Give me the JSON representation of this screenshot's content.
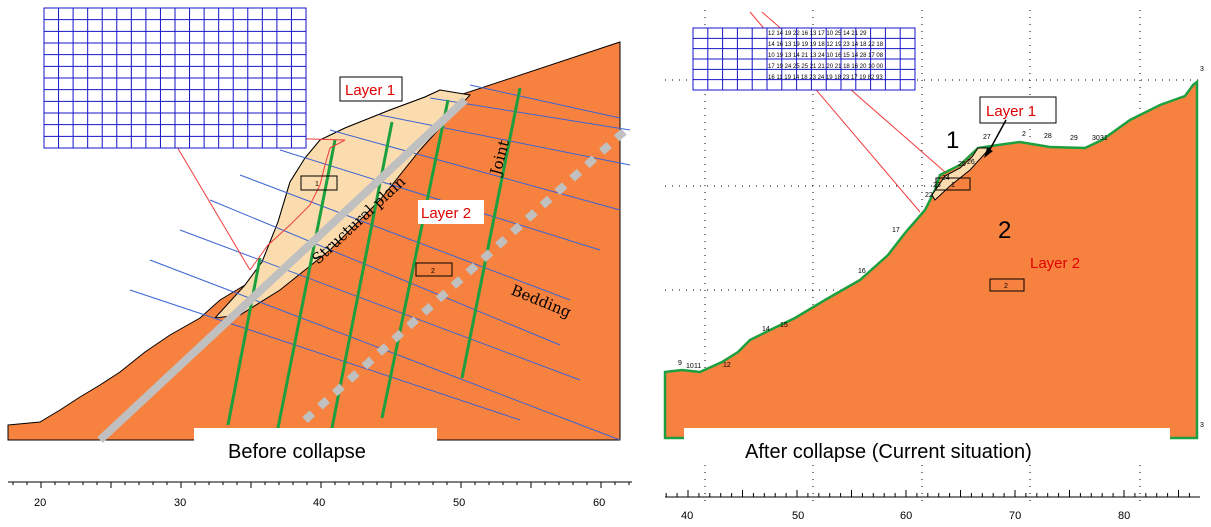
{
  "before": {
    "caption": "Before collapse",
    "layer1_label": "Layer 1",
    "layer2_label": "Layer 2",
    "structural_plain_label": "Structural plain",
    "joint_label": "Joint",
    "bedding_label": "Bedding",
    "box1_label": "1",
    "box2_label": "2",
    "axis_ticks": [
      "20",
      "30",
      "40",
      "50",
      "60"
    ]
  },
  "after": {
    "caption": "After collapse (Current situation)",
    "layer1_label": "Layer 1",
    "layer2_label": "Layer 2",
    "zone1_label": "1",
    "zone2_label": "2",
    "box1_label": "1",
    "box2_label": "2",
    "axis_ticks": [
      "40",
      "50",
      "60",
      "70",
      "80"
    ],
    "point_labels": [
      "9",
      "10",
      "11",
      "12",
      "14",
      "15",
      "16",
      "17",
      "22",
      "23",
      "24",
      "25",
      "26",
      "27",
      "2",
      "28",
      "29",
      "30",
      "31",
      "3",
      "3"
    ],
    "grid_numbers": [
      "12 14 19 22 16 13 17 10 25 14 21 29",
      "14 16 13 19 19 19 18 12 19 23 14 18 22 18",
      "10 19 13 14 21 13 24 10 16 15 14 28 17 08",
      "17 19 24 25 25 21 21 20 21 18 16 20 10 00",
      "16 11 19 14 18 23 24 19 18 23 17 19 82 93"
    ]
  },
  "colors": {
    "orange": "#f7823f",
    "beige": "#fbdcae",
    "green": "#1ca03f",
    "grid_blue": "#1414c8",
    "bedding_blue": "#3c64d2",
    "red_line": "#f03c3c",
    "gray": "#c0c0c0"
  }
}
